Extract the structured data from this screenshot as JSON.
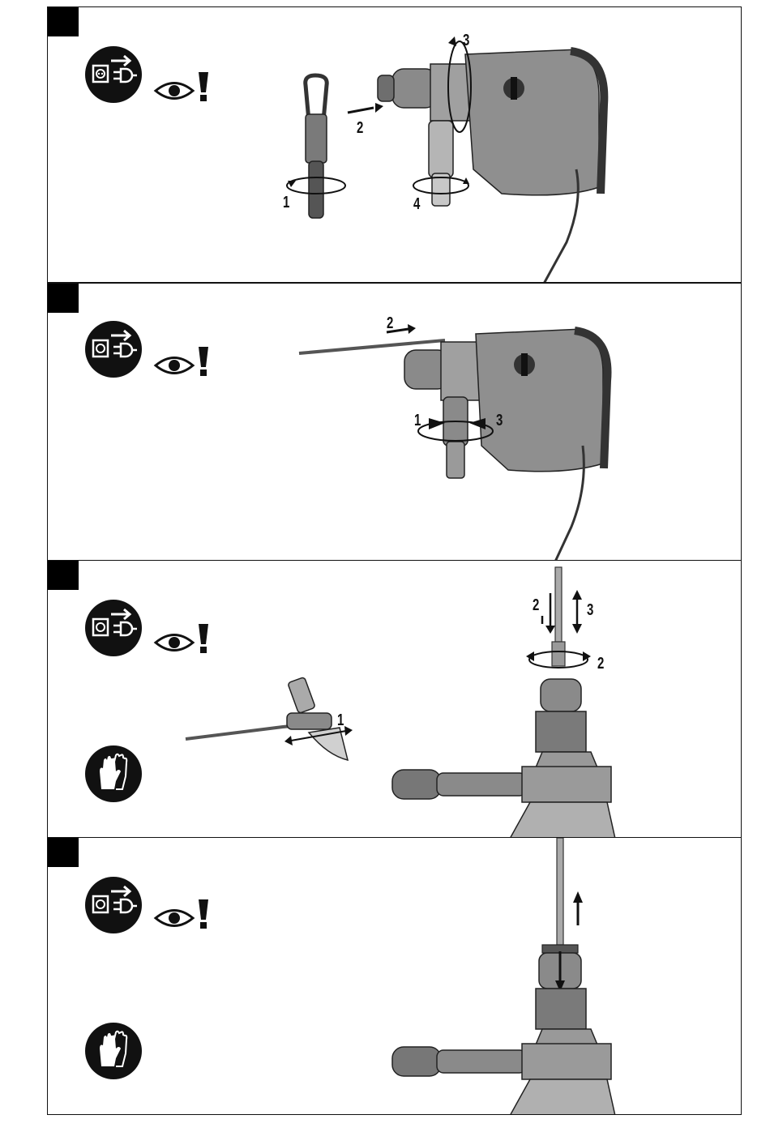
{
  "panels": [
    {
      "id": "panel-1",
      "labels": [
        "1",
        "2",
        "3",
        "4"
      ],
      "icons": [
        "unplug-icon",
        "eye-icon",
        "exclamation-icon"
      ]
    },
    {
      "id": "panel-2",
      "labels": [
        "2",
        "1",
        "3"
      ],
      "icons": [
        "unplug-icon",
        "eye-icon",
        "exclamation-icon"
      ]
    },
    {
      "id": "panel-3",
      "labels": [
        "2",
        "3",
        "2",
        "1"
      ],
      "icons": [
        "unplug-icon",
        "eye-icon",
        "exclamation-icon",
        "gloves-icon"
      ]
    },
    {
      "id": "panel-4",
      "labels": [],
      "icons": [
        "unplug-icon",
        "eye-icon",
        "exclamation-icon",
        "gloves-icon"
      ]
    }
  ],
  "colors": {
    "ink": "#111111",
    "tool_body": "#8a8a8a",
    "tool_dark": "#3a3a3a",
    "tool_light": "#c8c8c8"
  }
}
